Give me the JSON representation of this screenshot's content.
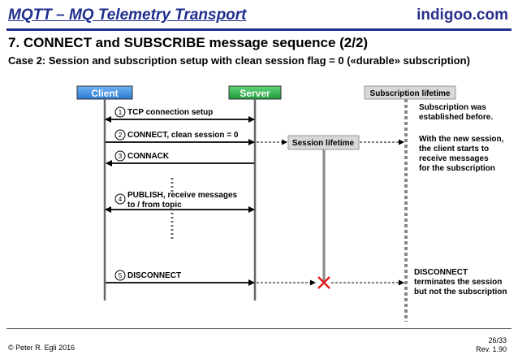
{
  "header": {
    "title": "MQTT – MQ Telemetry Transport",
    "brand": "indigoo.com"
  },
  "slide": {
    "title": "7. CONNECT and SUBSCRIBE message sequence (2/2)",
    "subtitle": "Case 2: Session and subscription setup with clean session flag = 0 («durable» subscription)"
  },
  "lifelines": {
    "client": "Client",
    "server": "Server"
  },
  "boxes": {
    "subscription": "Subscription lifetime",
    "session": "Session lifetime"
  },
  "messages": [
    {
      "num": "1",
      "label": "TCP connection setup"
    },
    {
      "num": "2",
      "label": "CONNECT, clean session = 0"
    },
    {
      "num": "3",
      "label": "CONNACK"
    },
    {
      "num": "4",
      "label_line1": "PUBLISH, receive messages",
      "label_line2": "to / from topic"
    },
    {
      "num": "5",
      "label": "DISCONNECT"
    }
  ],
  "notes": {
    "note1": [
      "Subscription was",
      "established before."
    ],
    "note2": [
      "With the new session,",
      "the client starts to",
      "receive messages",
      "for the subscription"
    ],
    "note3": [
      "DISCONNECT",
      "terminates the session",
      "but not the subscription"
    ]
  },
  "footer": {
    "copyright": "© Peter R. Egli 2016",
    "page": "26/33",
    "rev": "Rev. 1.90"
  },
  "colors": {
    "client_box": "#3b8de0",
    "server_box": "#2db34a",
    "accent": "#1f2e8c",
    "cross": "#e02020"
  }
}
